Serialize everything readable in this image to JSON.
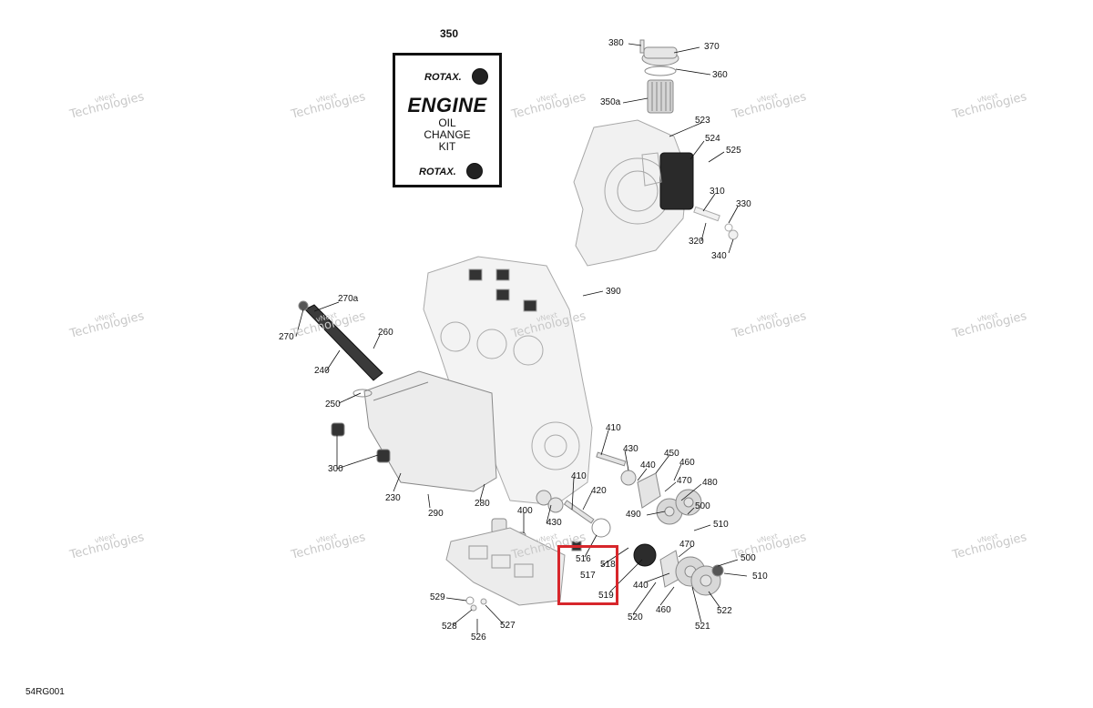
{
  "header": {
    "group_number": "350"
  },
  "kit_box": {
    "brand_top": "ROTAX.",
    "title": "ENGINE",
    "lines": [
      "OIL",
      "CHANGE",
      "KIT"
    ],
    "brand_bottom": "ROTAX."
  },
  "watermark": {
    "line1": "vNext",
    "line2": "Technologies"
  },
  "callouts": {
    "c380": "380",
    "c370": "370",
    "c360": "360",
    "c350a": "350a",
    "c523": "523",
    "c524": "524",
    "c525": "525",
    "c310": "310",
    "c330": "330",
    "c320": "320",
    "c340": "340",
    "c390": "390",
    "c270a": "270a",
    "c270": "270",
    "c260": "260",
    "c240": "240",
    "c250": "250",
    "c300": "300",
    "c230": "230",
    "c290": "290",
    "c280": "280",
    "c410a": "410",
    "c430a": "430",
    "c450": "450",
    "c460a": "460",
    "c440a": "440",
    "c470a": "470",
    "c480": "480",
    "c420": "420",
    "c410b": "410",
    "c490": "490",
    "c500a": "500",
    "c510a": "510",
    "c400": "400",
    "c430b": "430",
    "c516": "516",
    "c518": "518",
    "c517": "517",
    "c519": "519",
    "c470b": "470",
    "c500b": "500",
    "c510b": "510",
    "c440b": "440",
    "c460b": "460",
    "c520": "520",
    "c521": "521",
    "c522": "522",
    "c529": "529",
    "c528": "528",
    "c527": "527",
    "c526": "526"
  },
  "footer": {
    "reference_code": "54RG001"
  },
  "colors": {
    "highlight": "#d7262b",
    "lines": "#111111",
    "parts": "#e2e2e2",
    "part_stroke": "#9a9a9a"
  }
}
